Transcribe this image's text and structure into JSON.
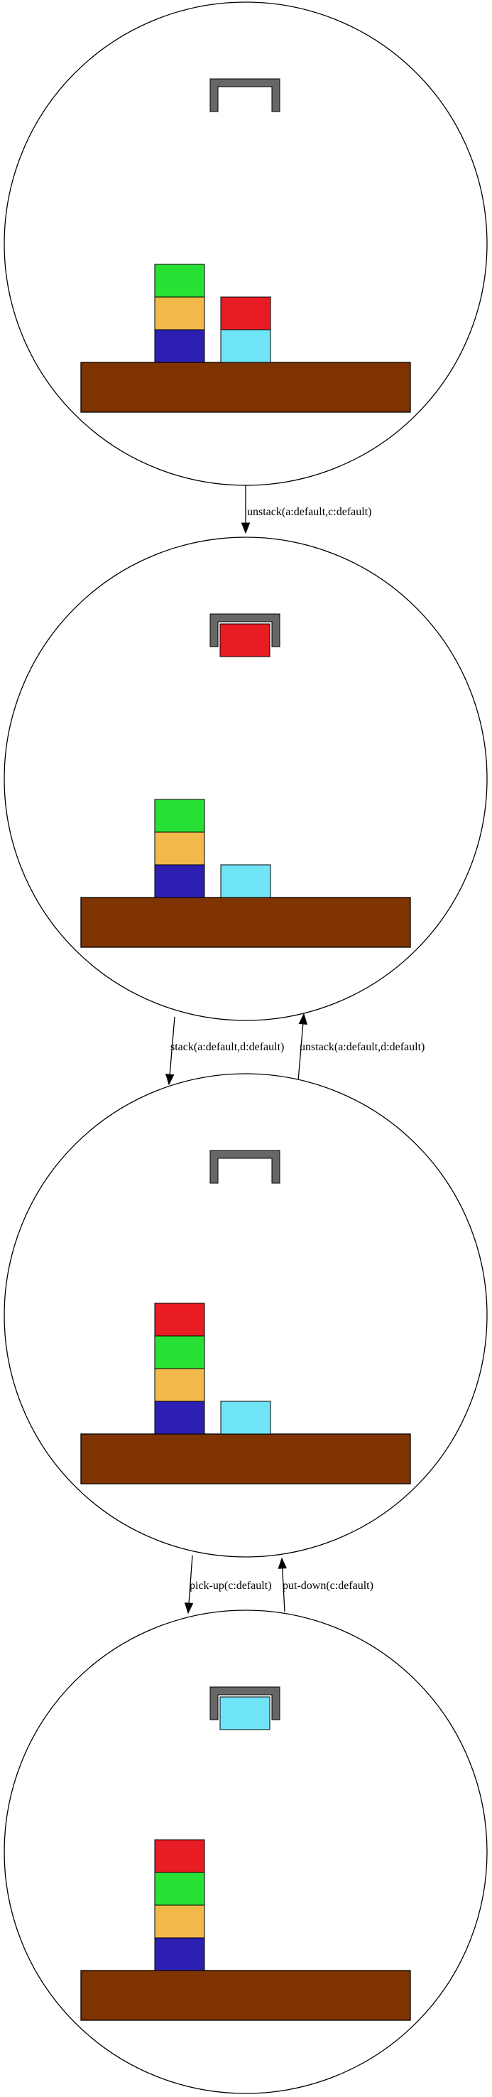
{
  "colors": {
    "table": "#7f3300",
    "gripper": "#676767",
    "a": "#e91c23",
    "b": "#27e135",
    "c": "#70e4f7",
    "d": "#f2b94a",
    "e": "#2c1fb1"
  },
  "states": [
    {
      "id": "s1",
      "stacks": [
        [
          "e",
          "d",
          "b"
        ],
        [
          "c",
          "a"
        ]
      ],
      "held": null
    },
    {
      "id": "s2",
      "stacks": [
        [
          "e",
          "d",
          "b"
        ],
        [
          "c"
        ]
      ],
      "held": "a"
    },
    {
      "id": "s3",
      "stacks": [
        [
          "e",
          "d",
          "b",
          "a"
        ],
        [
          "c"
        ]
      ],
      "held": null
    },
    {
      "id": "s4",
      "stacks": [
        [
          "e",
          "d",
          "b",
          "a"
        ]
      ],
      "held": "c"
    }
  ],
  "edges": [
    {
      "id": "e1",
      "from": "s1",
      "to": "s2",
      "label": "unstack(a:default,c:default)"
    },
    {
      "id": "e2",
      "from": "s2",
      "to": "s3",
      "label": "stack(a:default,d:default)"
    },
    {
      "id": "e3",
      "from": "s3",
      "to": "s2",
      "label": "unstack(a:default,d:default)"
    },
    {
      "id": "e4",
      "from": "s3",
      "to": "s4",
      "label": "pick-up(c:default)"
    },
    {
      "id": "e5",
      "from": "s4",
      "to": "s3",
      "label": "put-down(c:default)"
    }
  ]
}
